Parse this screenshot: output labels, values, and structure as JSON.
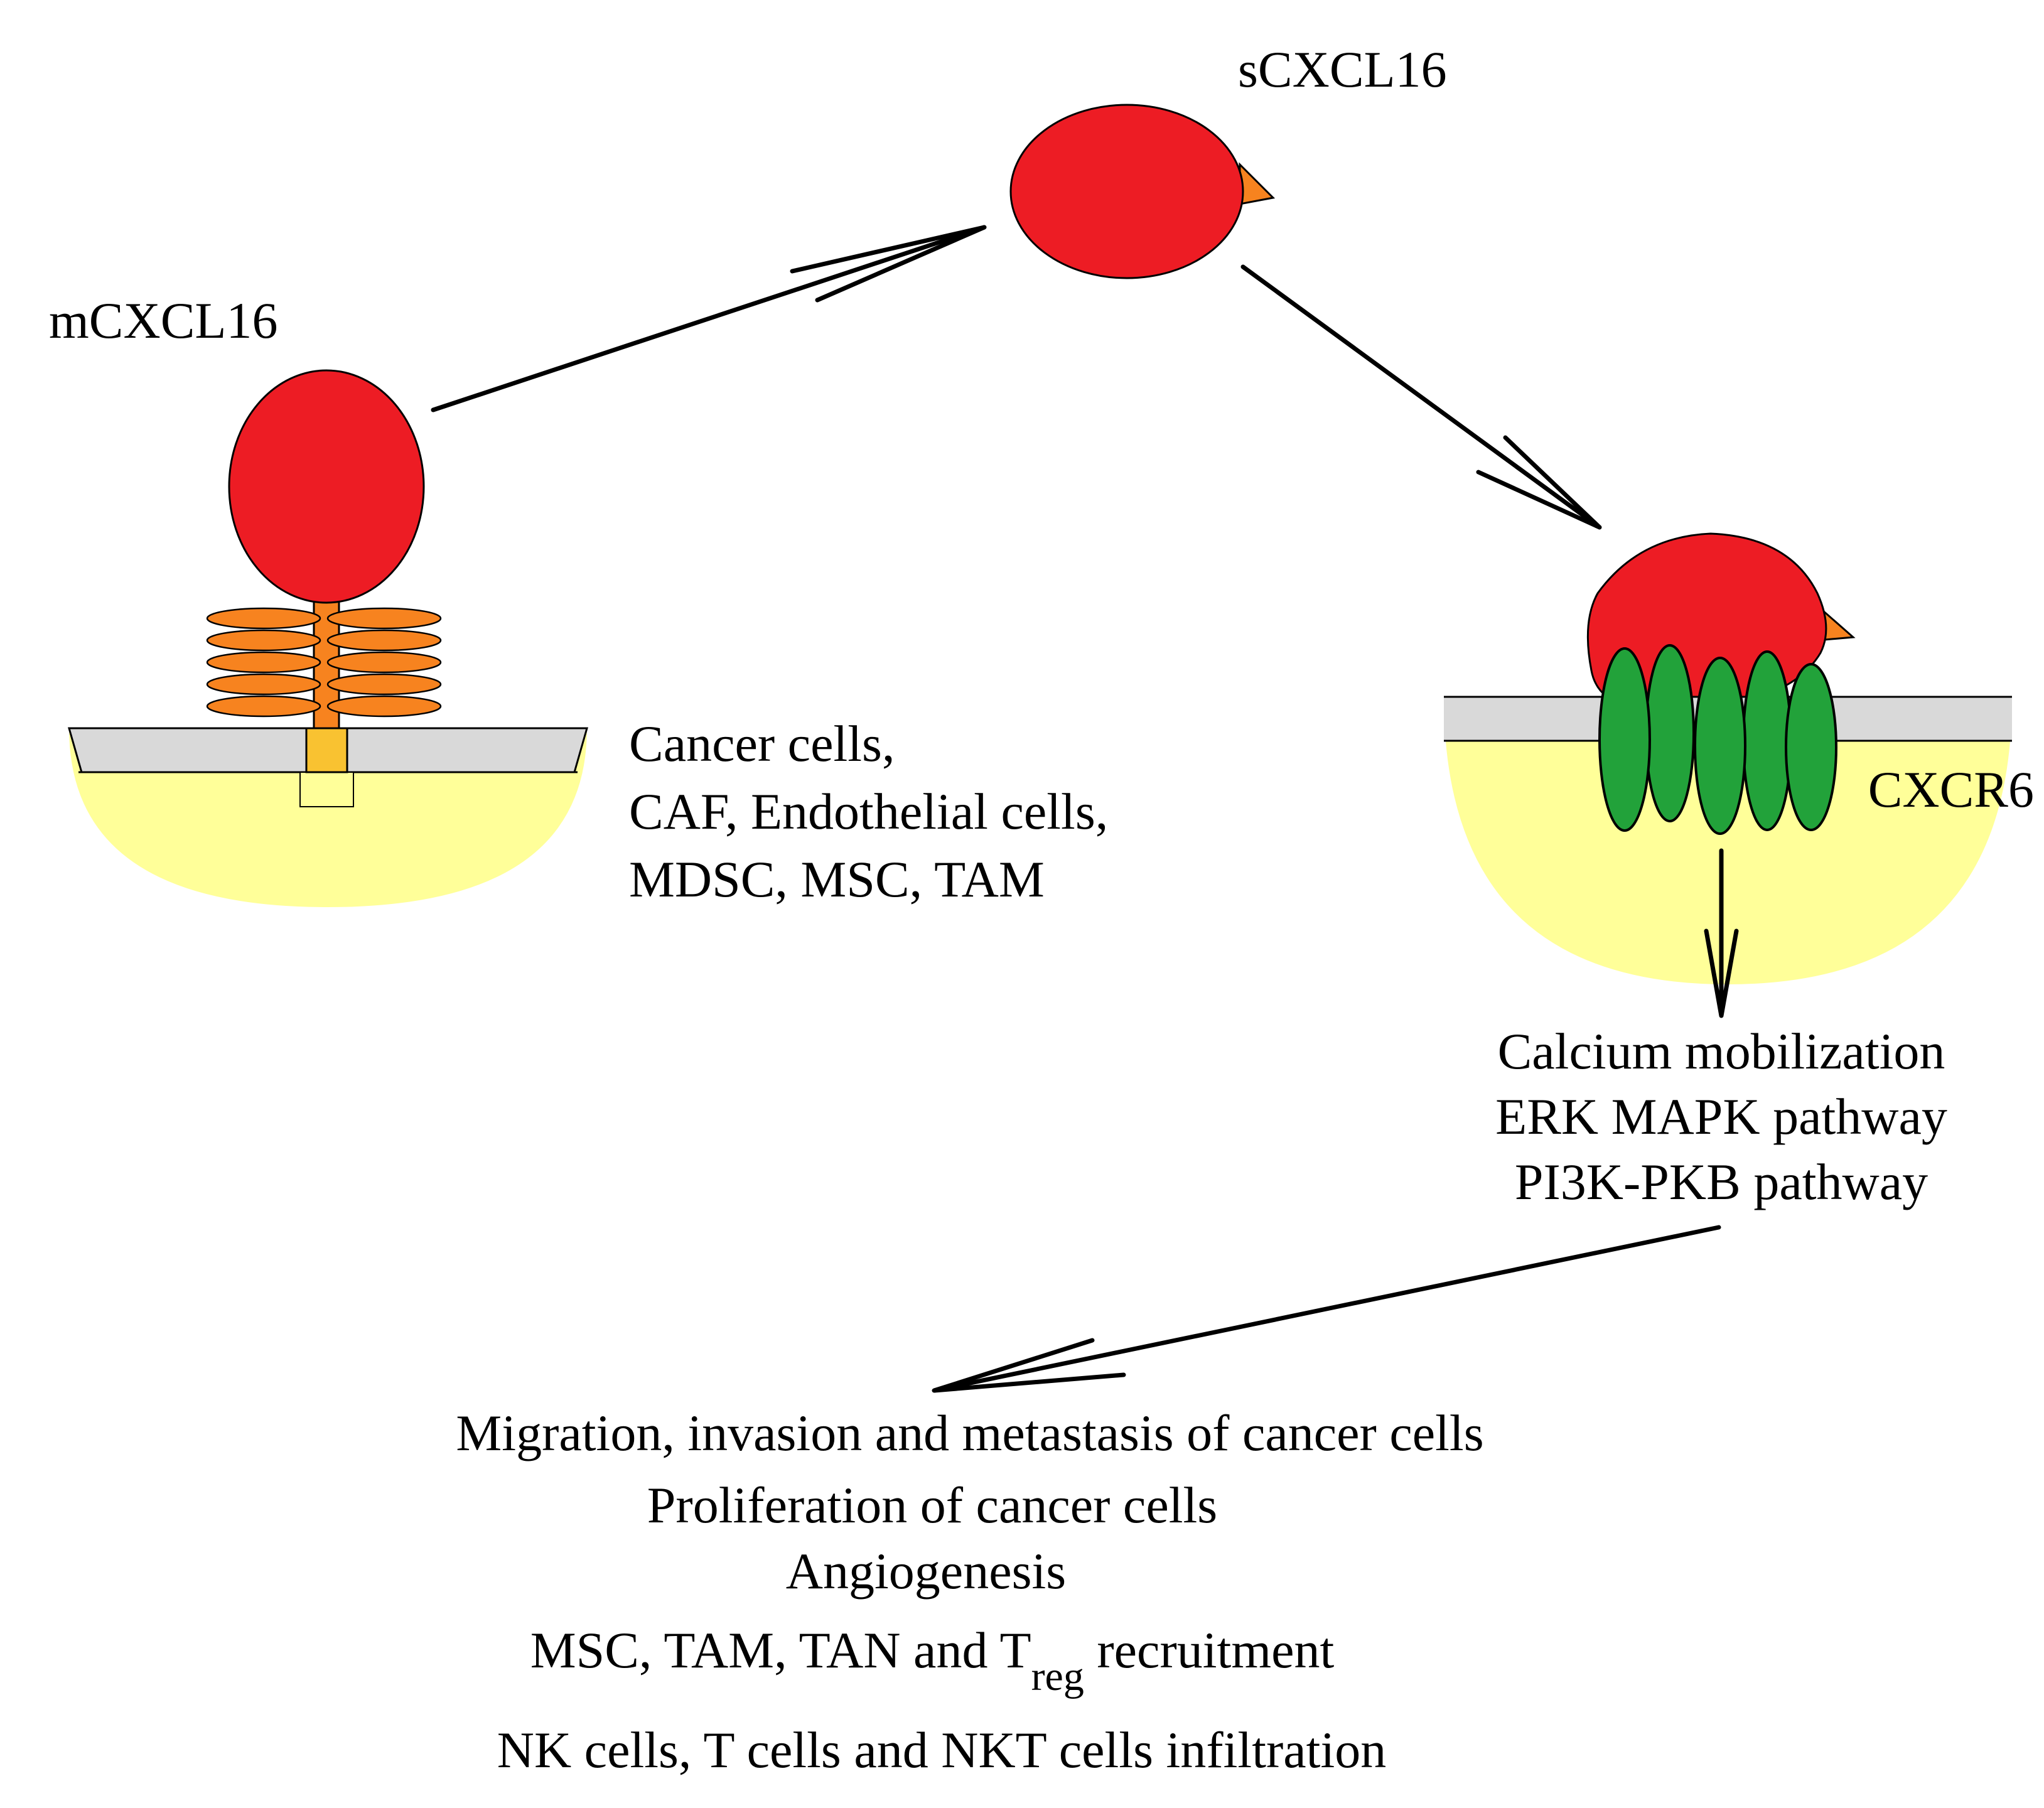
{
  "labels": {
    "mcxcl16": "mCXCL16",
    "scxcl16": "sCXCL16",
    "cxcr6": "CXCR6"
  },
  "source_cells": [
    "Cancer cells,",
    "CAF, Endothelial cells,",
    "MDSC, MSC, TAM"
  ],
  "signaling": [
    "Calcium mobilization",
    "ERK MAPK pathway",
    "PI3K-PKB pathway"
  ],
  "outcomes": {
    "line1": "Migration, invasion and metastasis of cancer cells",
    "line2": "Proliferation of cancer cells",
    "line3": "Angiogenesis",
    "line4_pre": "MSC, TAM, TAN and T",
    "line4_sub": "reg",
    "line4_post": " recruitment",
    "line5": "NK cells, T cells and NKT cells infiltration"
  },
  "colors": {
    "chemokine": "#ed1c24",
    "mucin_stalk": "#f7831f",
    "transmembrane": "#f9c231",
    "membrane": "#d9d9d9",
    "cytoplasm": "#ffff99",
    "receptor": "#22a23a"
  }
}
